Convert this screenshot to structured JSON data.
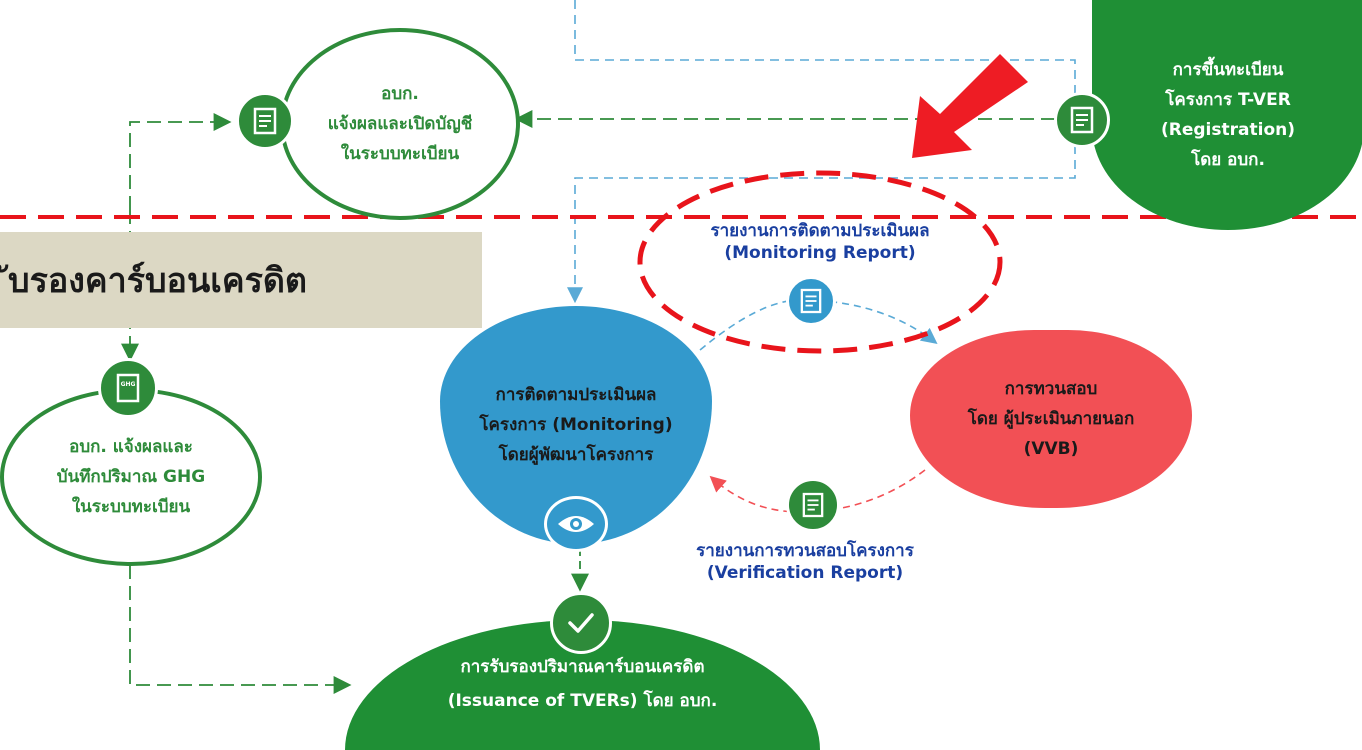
{
  "colors": {
    "green": "#2e8b3a",
    "green_solid": "#1f8f35",
    "blue": "#3399cc",
    "red": "#f25055",
    "highlight_red": "#e8141b",
    "report_text": "#1a3fa0",
    "banner_bg": "#dcd8c4"
  },
  "banner": {
    "text": "ับรองคาร์บอนเครดิต"
  },
  "nodes": {
    "registration": {
      "lines": [
        "การขึ้นทะเบียน",
        "โครงการ T-VER",
        "(Registration)",
        "โดย อบก."
      ]
    },
    "notify_account": {
      "lines": [
        "อบก.",
        "แจ้งผลและเปิดบัญชี",
        "ในระบบทะเบียน"
      ]
    },
    "notify_ghg": {
      "lines": [
        "อบก. แจ้งผลและ",
        "บันทึกปริมาณ GHG",
        "ในระบบทะเบียน"
      ]
    },
    "monitoring": {
      "lines": [
        "การติดตามประเมินผล",
        "โครงการ (Monitoring)",
        "โดยผู้พัฒนาโครงการ"
      ]
    },
    "verification": {
      "lines": [
        "การทวนสอบ",
        "โดย ผู้ประเมินภายนอก",
        "(VVB)"
      ]
    },
    "issuance": {
      "lines": [
        "การรับรองปริมาณคาร์บอนเครดิต",
        "(Issuance of TVERs) โดย อบก."
      ]
    }
  },
  "reports": {
    "monitoring_report": {
      "line1": "รายงานการติดตามประเมินผล",
      "line2": "(Monitoring Report)"
    },
    "verification_report": {
      "line1": "รายงานการทวนสอบโครงการ",
      "line2": "(Verification Report)"
    }
  },
  "icons": {
    "registration": "document-icon",
    "notify_account": "document-icon",
    "notify_ghg": "ghg-document-icon",
    "monitoring_report": "document-icon",
    "verification_report": "document-icon",
    "monitoring": "eye-icon",
    "issuance": "check-icon",
    "ghg_label": "GHG"
  }
}
